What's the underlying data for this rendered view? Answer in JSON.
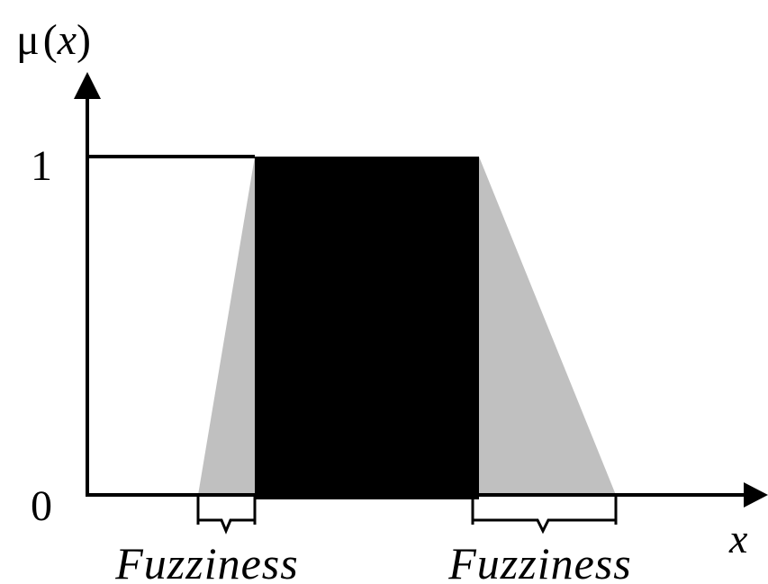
{
  "y_axis": {
    "label_mu": "μ",
    "label_x": "x",
    "tick_one": "1",
    "tick_zero": "0"
  },
  "x_axis": {
    "label": "x"
  },
  "fuzziness": {
    "left": "Fuzziness",
    "right": "Fuzziness"
  },
  "colors": {
    "core": "#000000",
    "fuzzy": "#c0c0c0",
    "axis": "#000000",
    "background": "#ffffff"
  }
}
